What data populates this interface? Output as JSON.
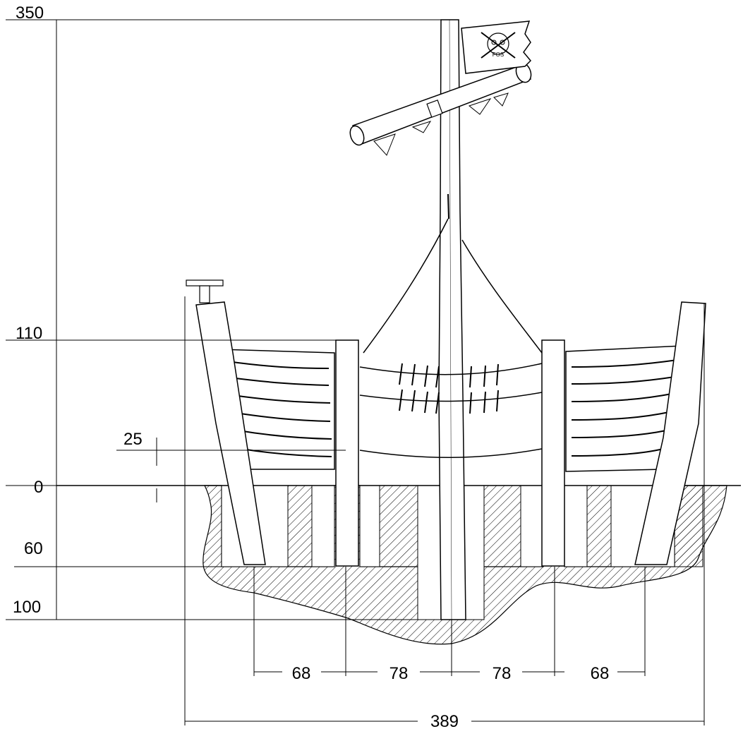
{
  "drawing": {
    "elevation_labels": {
      "top": "350",
      "deck": "110",
      "step": "25",
      "ground": "0",
      "foundation_shallow": "60",
      "foundation_deep": "100"
    },
    "horizontal_dims": {
      "seg1": "68",
      "seg2": "78",
      "seg3": "78",
      "seg4": "68",
      "overall": "389"
    },
    "flag_text": "FOS"
  }
}
